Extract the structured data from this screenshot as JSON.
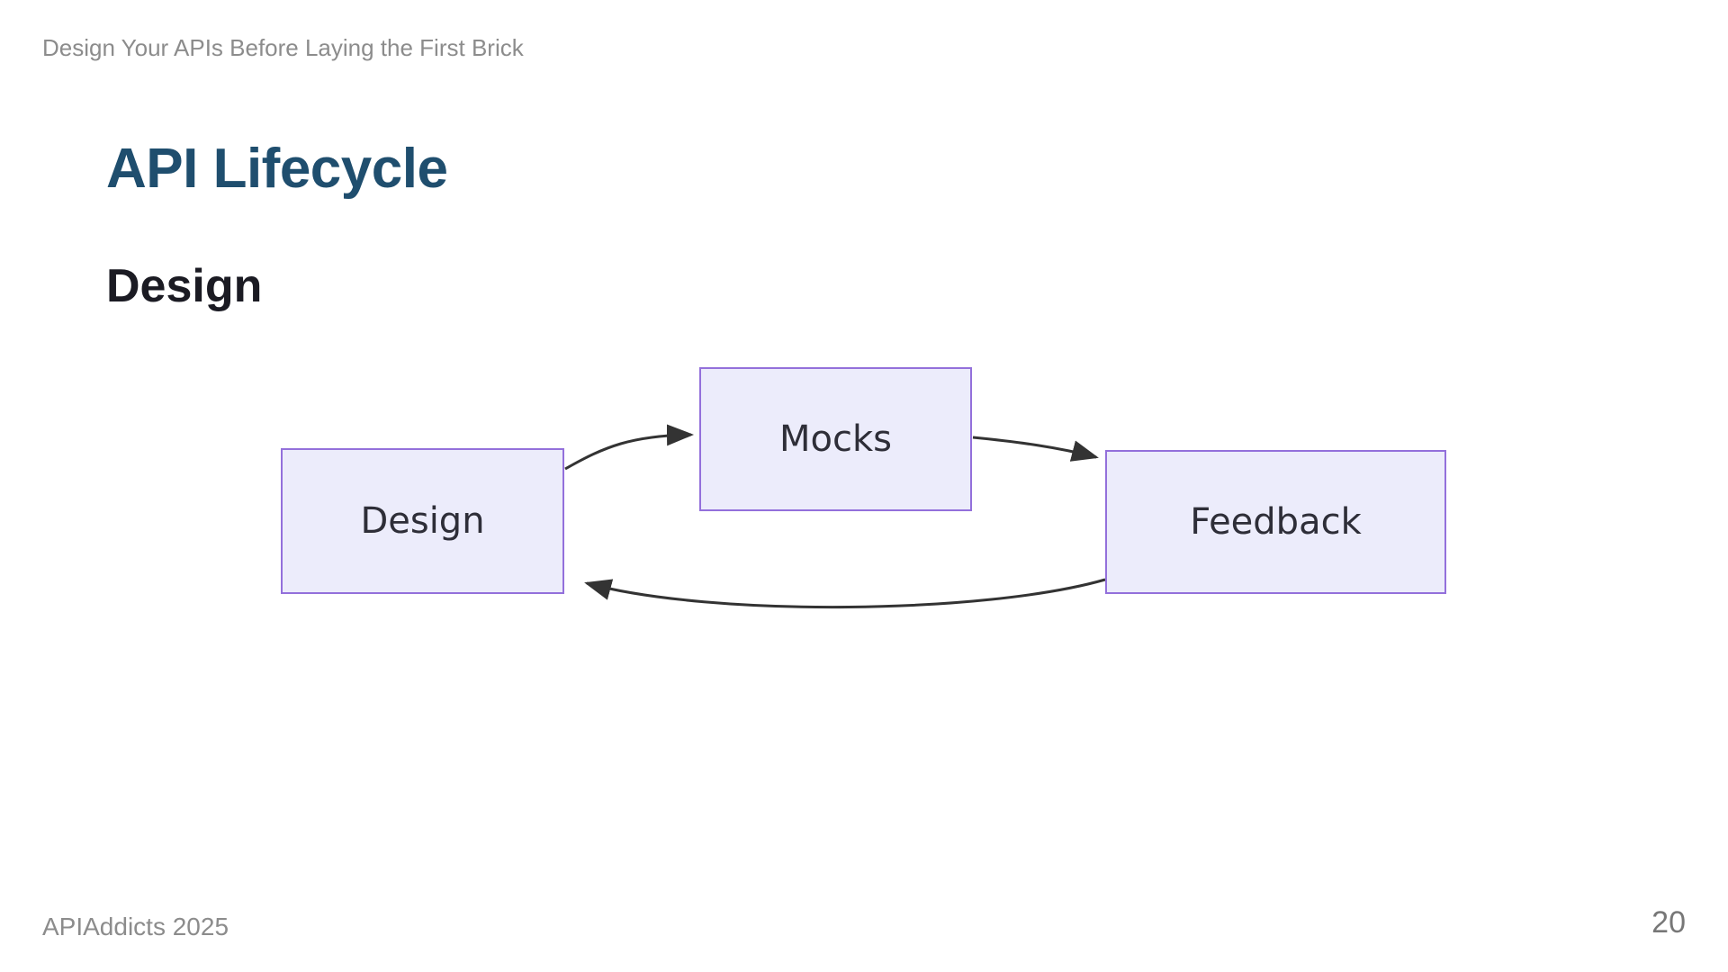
{
  "header": {
    "deck_title": "Design Your APIs Before Laying the First Brick"
  },
  "slide": {
    "title": "API Lifecycle",
    "subtitle": "Design"
  },
  "diagram": {
    "type": "flowchart-cycle",
    "nodes": [
      {
        "id": "design",
        "label": "Design"
      },
      {
        "id": "mocks",
        "label": "Mocks"
      },
      {
        "id": "feedback",
        "label": "Feedback"
      }
    ],
    "edges": [
      {
        "from": "Design",
        "to": "Mocks"
      },
      {
        "from": "Mocks",
        "to": "Feedback"
      },
      {
        "from": "Feedback",
        "to": "Design"
      }
    ]
  },
  "footer": {
    "left_text": "APIAddicts 2025",
    "page_number": "20"
  },
  "colors": {
    "title": "#1f4e6e",
    "subtitle": "#1b1b23",
    "muted_text": "#8c8c8c",
    "node_fill": "#ececfb",
    "node_border": "#9370db",
    "node_text": "#2e2e38",
    "arrow": "#333333"
  }
}
